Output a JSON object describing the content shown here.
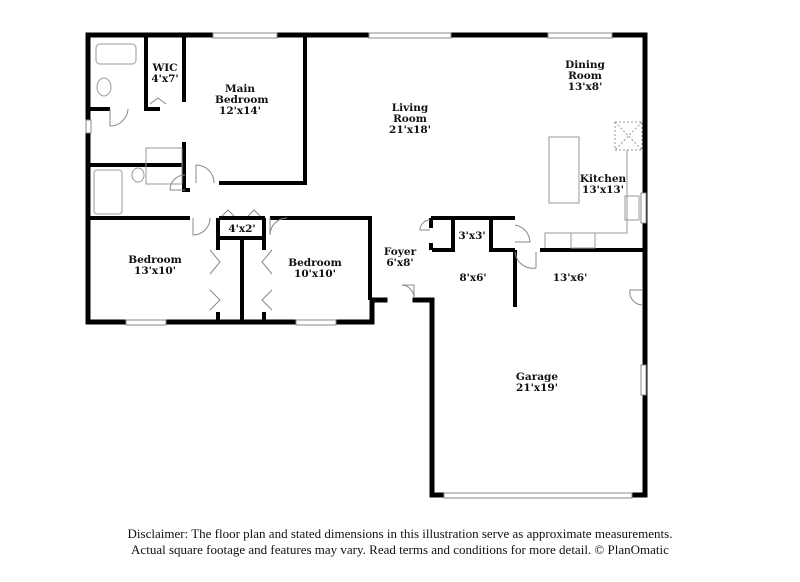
{
  "rooms": {
    "main_bedroom": {
      "name": "Main Bedroom",
      "dims": "12'x14'"
    },
    "wic": {
      "name": "WIC",
      "dims": "4'x7'"
    },
    "living_room": {
      "name": "Living Room",
      "dims": "21'x18'"
    },
    "dining_room": {
      "name": "Dining Room",
      "dims": "13'x8'"
    },
    "kitchen": {
      "name": "Kitchen",
      "dims": "13'x13'"
    },
    "bedroom_1": {
      "name": "Bedroom",
      "dims": "13'x10'"
    },
    "bedroom_2": {
      "name": "Bedroom",
      "dims": "10'x10'"
    },
    "hall_closet": {
      "dims": "4'x2'"
    },
    "foyer": {
      "name": "Foyer",
      "dims": "6'x8'"
    },
    "closet_small": {
      "dims": "3'x3'"
    },
    "storage": {
      "dims": "8'x6'"
    },
    "laundry": {
      "dims": "13'x6'"
    },
    "garage": {
      "name": "Garage",
      "dims": "21'x19'"
    }
  },
  "disclaimer": {
    "line1": "Disclaimer: The floor plan and stated dimensions in this illustration serve as approximate measurements.",
    "line2": "Actual square footage and features may vary. Read terms and conditions for more detail. © PlanOmatic"
  },
  "colors": {
    "wall": "#000000",
    "fixture": "#999999"
  }
}
